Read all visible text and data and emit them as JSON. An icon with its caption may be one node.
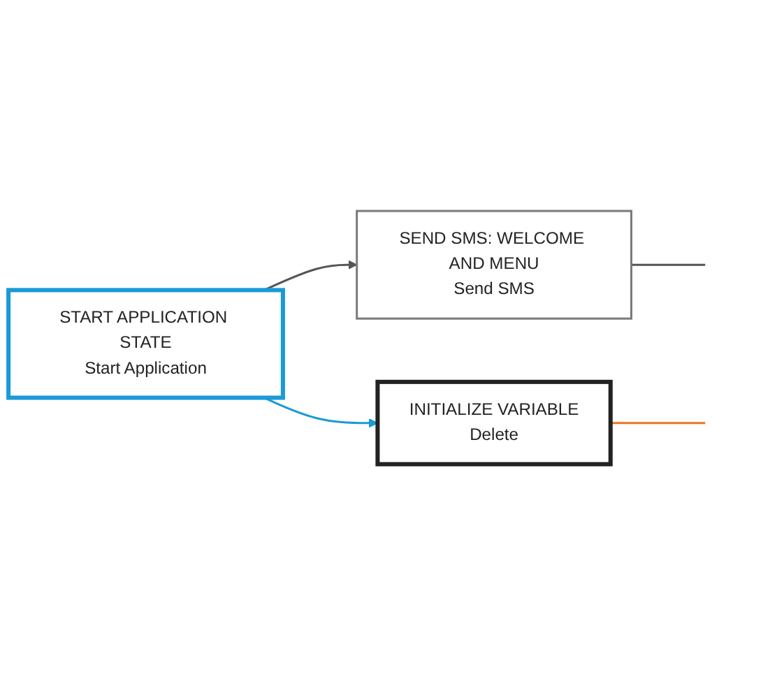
{
  "diagram": {
    "nodes": [
      {
        "text": [
          "START APPLICATION STATE",
          "Start Application"
        ]
      },
      {
        "text": [
          "SEND SMS: WELCOME AND MENU",
          "Send SMS"
        ]
      },
      {
        "text": [
          "INITIALIZE VARIABLE",
          "Delete"
        ]
      }
    ],
    "edges": [
      {
        "from": 0,
        "to": 1,
        "arrow": "to"
      },
      {
        "from": 1,
        "to": null,
        "arrow": "none"
      },
      {
        "from": 0,
        "to": 2,
        "arrow": "to",
        "color": "#1a9ad6"
      },
      {
        "from": 2,
        "to": null,
        "arrow": "none",
        "color": "#e87722"
      }
    ]
  }
}
